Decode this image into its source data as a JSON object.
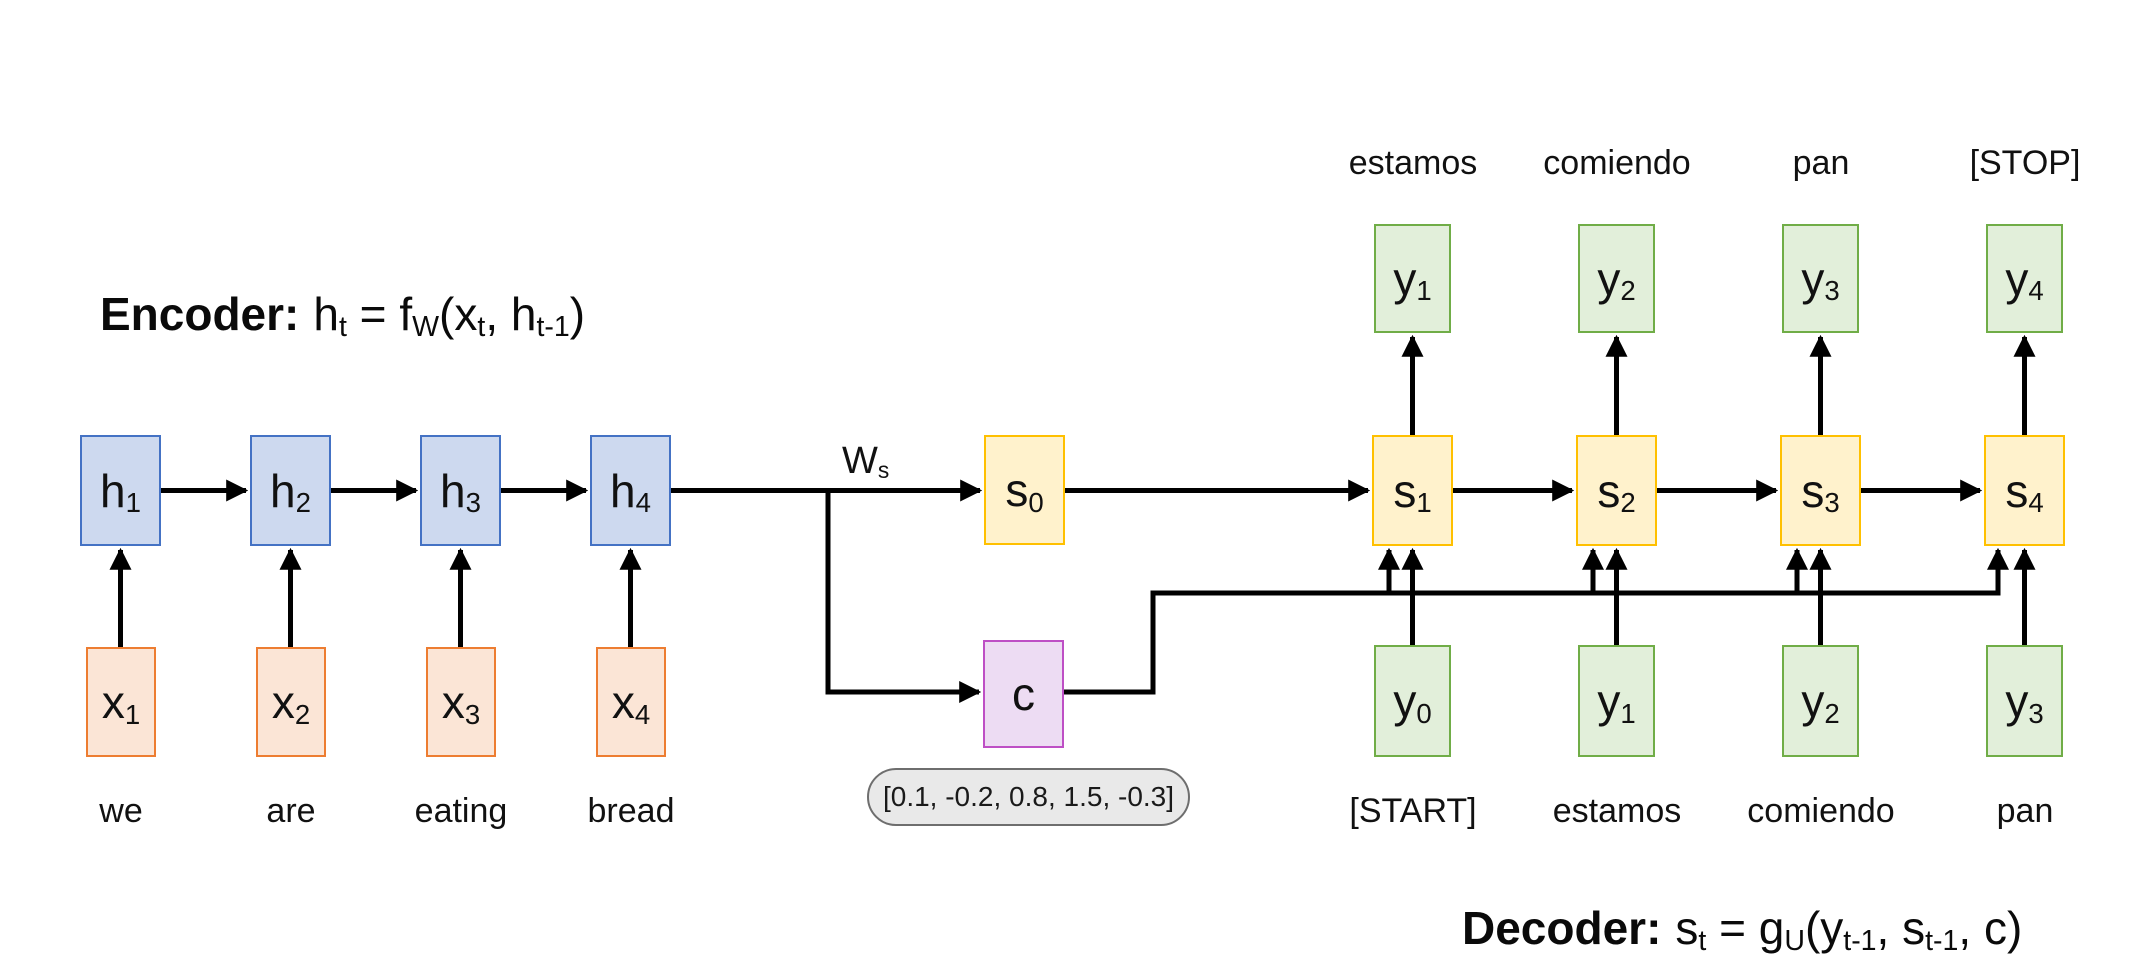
{
  "colors": {
    "encoder_box_fill": "#CDD9EF",
    "encoder_box_border": "#4472C4",
    "input_box_fill": "#FBE5D6",
    "input_box_border": "#ED7D31",
    "state_box_fill": "#FFF2CC",
    "state_box_border": "#FFC000",
    "output_box_fill": "#E2EFDA",
    "output_box_border": "#70AD47",
    "context_box_fill": "#EDDCF3",
    "context_box_border": "#BE4FC5",
    "vector_pill_fill": "#E9E9E9",
    "vector_pill_border": "#6E6E6E",
    "arrow": "#000000"
  },
  "encoder": {
    "formula": {
      "label": "Encoder:",
      "p1": "h",
      "s1": "t",
      "p2": " = f",
      "s2": "W",
      "p3": "(x",
      "s3": "t",
      "p4": ", h",
      "s4": "t-1",
      "p5": ")"
    },
    "h_nodes": [
      {
        "base": "h",
        "sub": "1"
      },
      {
        "base": "h",
        "sub": "2"
      },
      {
        "base": "h",
        "sub": "3"
      },
      {
        "base": "h",
        "sub": "4"
      }
    ],
    "x_nodes": [
      {
        "base": "x",
        "sub": "1"
      },
      {
        "base": "x",
        "sub": "2"
      },
      {
        "base": "x",
        "sub": "3"
      },
      {
        "base": "x",
        "sub": "4"
      }
    ],
    "input_words": [
      "we",
      "are",
      "eating",
      "bread"
    ]
  },
  "middle": {
    "ws_label": {
      "base": "W",
      "sub": "s"
    },
    "s0_node": {
      "base": "s",
      "sub": "0"
    },
    "context_node": {
      "label": "c"
    },
    "context_vector": "[0.1, -0.2, 0.8, 1.5, -0.3]"
  },
  "decoder": {
    "formula": {
      "label": "Decoder:",
      "p1": "s",
      "s1": "t",
      "p2": " = g",
      "s2": "U",
      "p3": "(y",
      "s3": "t-1",
      "p4": ", s",
      "s4": "t-1",
      "p5": ", c)"
    },
    "s_nodes": [
      {
        "base": "s",
        "sub": "1"
      },
      {
        "base": "s",
        "sub": "2"
      },
      {
        "base": "s",
        "sub": "3"
      },
      {
        "base": "s",
        "sub": "4"
      }
    ],
    "y_out_nodes": [
      {
        "base": "y",
        "sub": "1"
      },
      {
        "base": "y",
        "sub": "2"
      },
      {
        "base": "y",
        "sub": "3"
      },
      {
        "base": "y",
        "sub": "4"
      }
    ],
    "output_words": [
      "estamos",
      "comiendo",
      "pan",
      "[STOP]"
    ],
    "y_in_nodes": [
      {
        "base": "y",
        "sub": "0"
      },
      {
        "base": "y",
        "sub": "1"
      },
      {
        "base": "y",
        "sub": "2"
      },
      {
        "base": "y",
        "sub": "3"
      }
    ],
    "input_words": [
      "[START]",
      "estamos",
      "comiendo",
      "pan"
    ]
  }
}
